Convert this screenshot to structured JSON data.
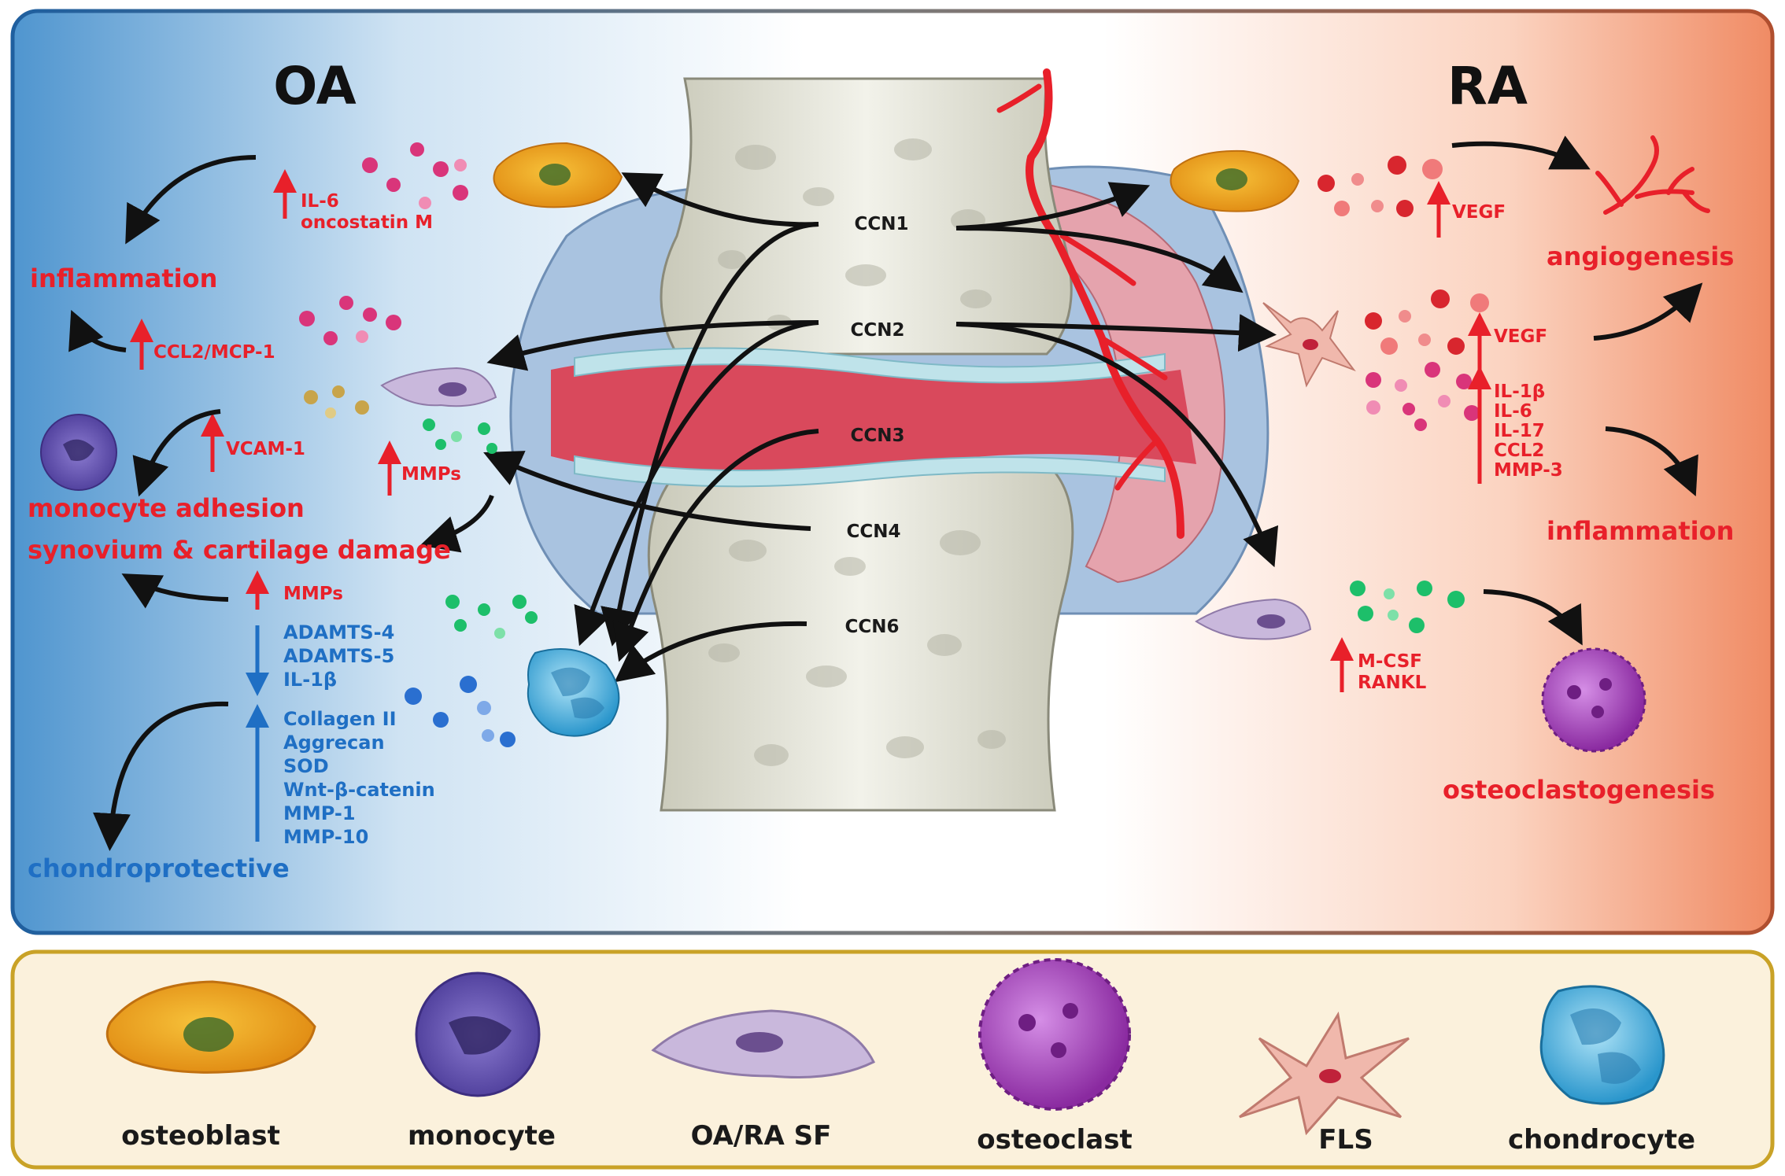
{
  "headings": {
    "oa": "OA",
    "ra": "RA"
  },
  "ccn": [
    "CCN1",
    "CCN2",
    "CCN3",
    "CCN4",
    "CCN6"
  ],
  "oa": {
    "il6": "IL-6",
    "oncostatin": "oncostatin M",
    "inflammation": "inflammation",
    "ccl2": "CCL2/MCP-1",
    "vcam": "VCAM-1",
    "mmps_sf": "MMPs",
    "monocyte_adhesion": "monocyte adhesion",
    "damage": "synovium & cartilage damage",
    "mmps_up": "MMPs",
    "down_list": [
      "ADAMTS-4",
      "ADAMTS-5",
      "IL-1β"
    ],
    "up_list": [
      "Collagen II",
      "Aggrecan",
      "SOD",
      "Wnt-β-catenin",
      "MMP-1",
      "MMP-10"
    ],
    "chondroprotective": "chondroprotective"
  },
  "ra": {
    "vegf1": "VEGF",
    "angiogenesis": "angiogenesis",
    "vegf2": "VEGF",
    "cytokines": [
      "IL-1β",
      "IL-6",
      "IL-17",
      "CCL2",
      "MMP-3"
    ],
    "inflammation": "inflammation",
    "mcsf": "M-CSF",
    "rankl": "RANKL",
    "osteoclastogenesis": "osteoclastogenesis"
  },
  "legend": [
    "osteoblast",
    "monocyte",
    "OA/RA SF",
    "osteoclast",
    "FLS",
    "chondrocyte"
  ],
  "colors": {
    "oa_panel": "#1f5f9f",
    "ra_panel": "#b04f2f",
    "legend_border": "#c9a227",
    "red_text": "#e8202a",
    "blue_text": "#1f6fc4"
  }
}
